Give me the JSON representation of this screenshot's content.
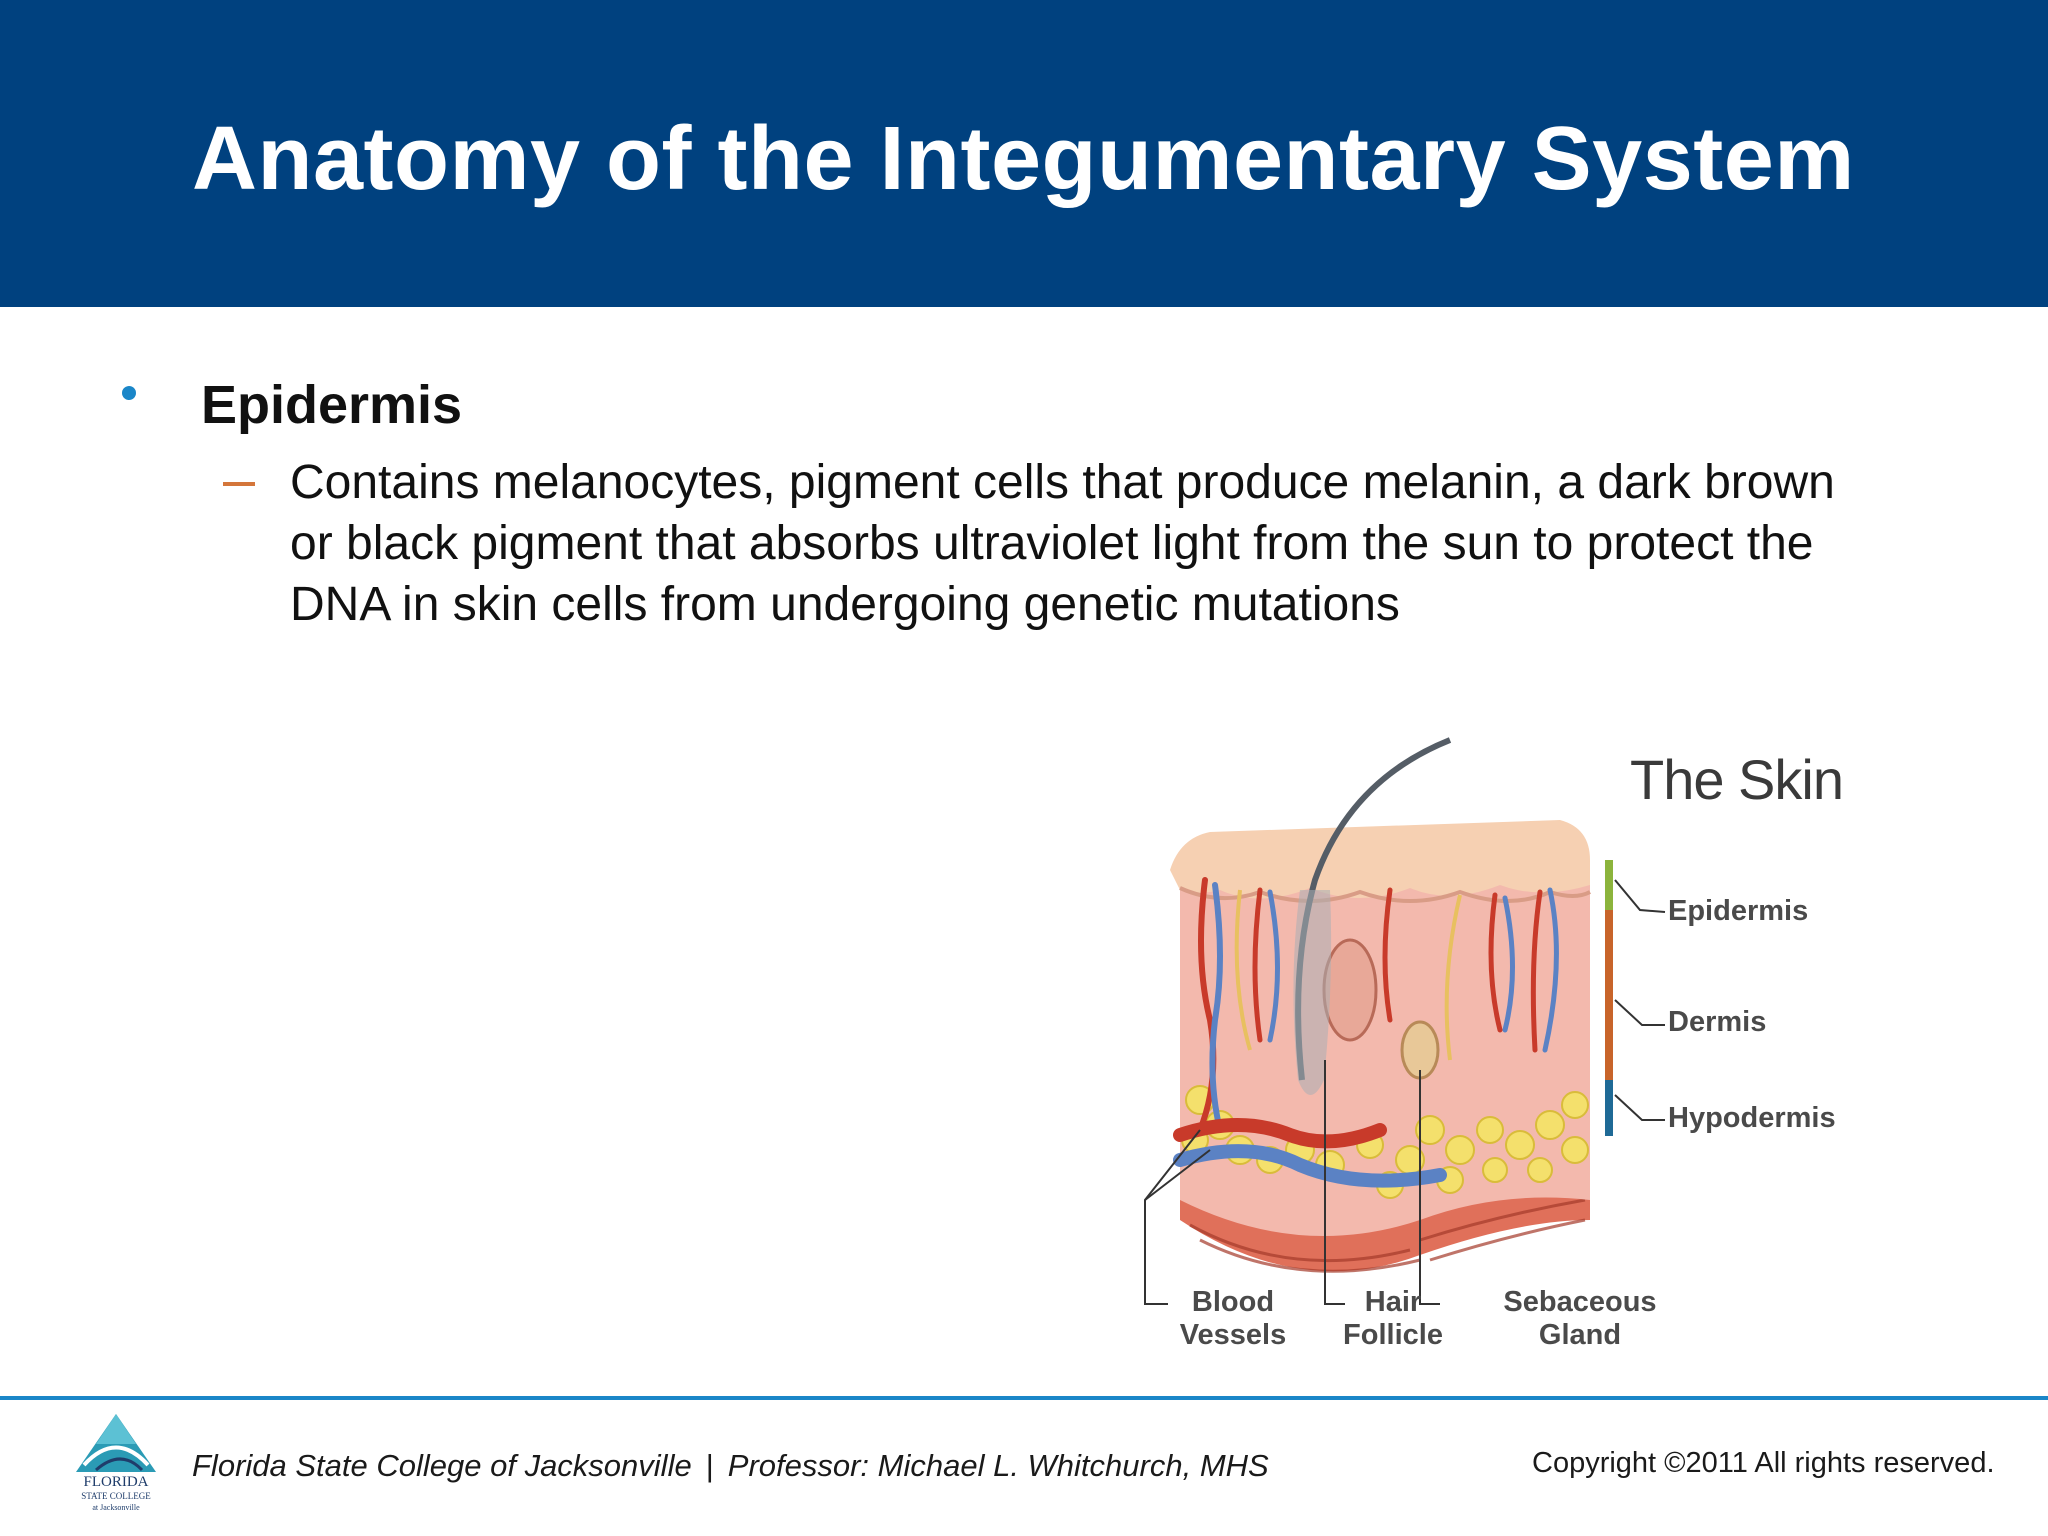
{
  "slide": {
    "title": "Anatomy of the Integumentary System",
    "bullet": "Epidermis",
    "sub_bullet": "Contains melanocytes, pigment cells that produce melanin, a dark brown or black pigment that absorbs ultraviolet light from the sun to protect the DNA in skin cells from undergoing genetic mutations"
  },
  "figure": {
    "title": "The Skin",
    "layers": [
      "Epidermis",
      "Dermis",
      "Hypodermis"
    ],
    "structures": [
      {
        "line1": "Blood",
        "line2": "Vessels"
      },
      {
        "line1": "Hair",
        "line2": "Follicle"
      },
      {
        "line1": "Sebaceous",
        "line2": "Gland"
      }
    ],
    "layer_colors": {
      "epidermis": "#8cb43c",
      "dermis": "#c8642a",
      "hypodermis": "#1f6a96"
    }
  },
  "footer": {
    "institution": "Florida State College of Jacksonville",
    "separator": "|",
    "professor": "Professor: Michael L. Whitchurch, MHS",
    "copyright": "Copyright ©2011  All rights reserved.",
    "logo": {
      "line1": "FLORIDA",
      "line2": "STATE COLLEGE",
      "line3": "at Jacksonville"
    }
  },
  "colors": {
    "header": "#00417f",
    "bullet": "#1a86c8",
    "dash": "#d4763a",
    "rule": "#1a86c8"
  }
}
